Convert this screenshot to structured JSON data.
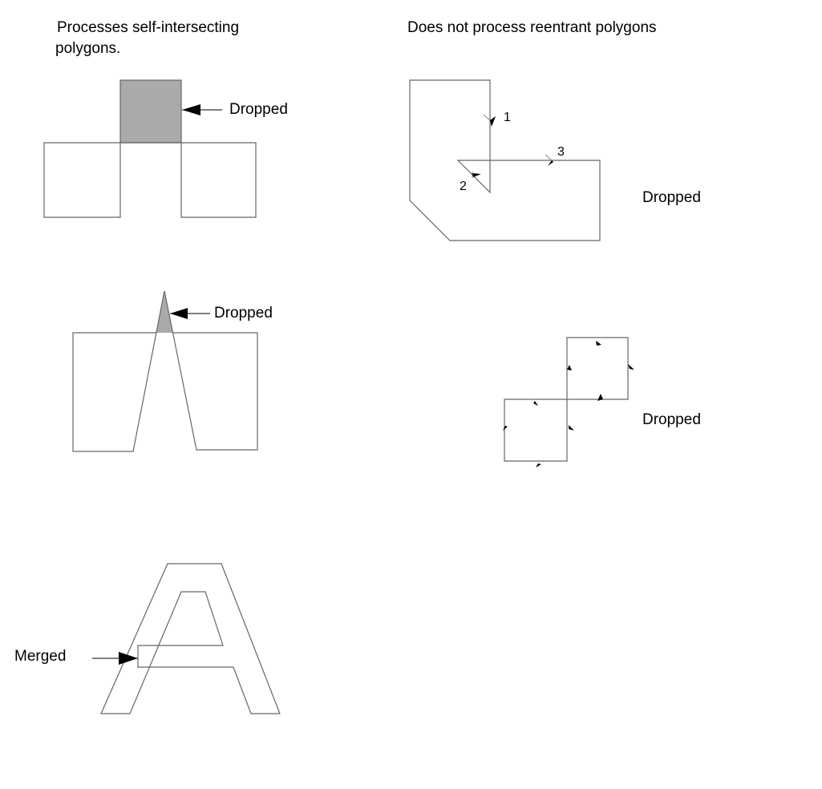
{
  "left_column": {
    "heading_line1": "Processes self-intersecting",
    "heading_line2": "polygons.",
    "example1_label": "Dropped",
    "example2_label": "Dropped",
    "example3_label": "Merged"
  },
  "right_column": {
    "heading": "Does not process reentrant polygons",
    "example1_label": "Dropped",
    "example1_vertex_numbers": [
      "1",
      "2",
      "3"
    ],
    "example2_label": "Dropped"
  },
  "colors": {
    "dropped_fill": "#aaaaaa",
    "line": "#666666"
  }
}
